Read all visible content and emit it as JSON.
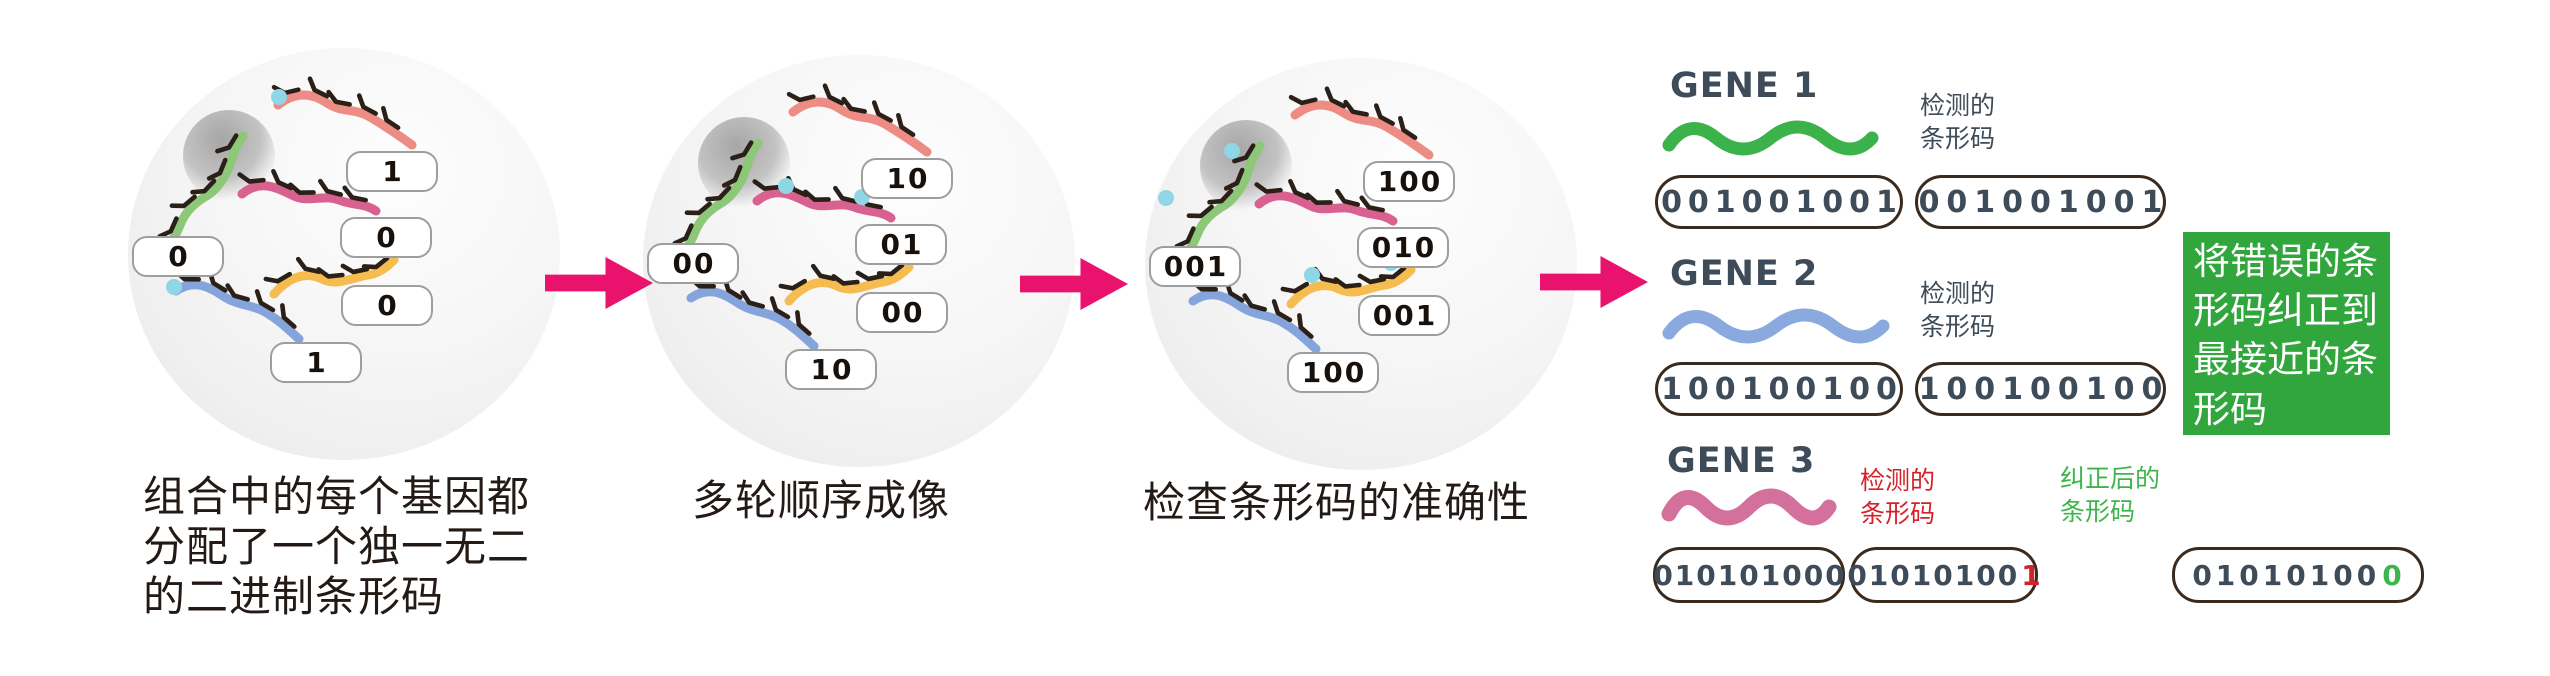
{
  "colors": {
    "arrow": "#e9136d",
    "strand_red": "#ed8c84",
    "strand_pink": "#d8618f",
    "strand_green": "#8dc878",
    "strand_yellow": "#f5bc4f",
    "strand_blue": "#84a4db",
    "tick": "#2b2017",
    "dot": "#8fd6e7",
    "gene1": "#3cb24a",
    "gene2": "#8aa9de",
    "gene3": "#d3719c",
    "navy": "#3e4b58",
    "red_text": "#d3222a",
    "green_text": "#3eb54b",
    "box_green": "#31a63c",
    "caption": "#231a15"
  },
  "panels": [
    {
      "caption_lines": [
        "组合中的每个基因都",
        "分配了一个独一无二",
        "的二进制条形码"
      ],
      "barcodes": {
        "green": "0",
        "red": "1",
        "pink": "0",
        "yellow": "0",
        "blue": "1"
      }
    },
    {
      "caption_lines": [
        "多轮顺序成像"
      ],
      "barcodes": {
        "green": "00",
        "red": "10",
        "pink": "01",
        "yellow": "00",
        "blue": "10"
      }
    },
    {
      "caption_lines": [
        "检查条形码的准确性"
      ],
      "barcodes": {
        "green": "001",
        "red": "100",
        "pink": "010",
        "yellow": "001",
        "blue": "100"
      }
    }
  ],
  "genes": [
    {
      "name": "GENE 1",
      "detected_label_lines": [
        "检测的",
        "条形码"
      ],
      "assigned_barcode": "001001001",
      "detected_barcode": "001001001"
    },
    {
      "name": "GENE 2",
      "detected_label_lines": [
        "检测的",
        "条形码"
      ],
      "assigned_barcode": "100100100",
      "detected_barcode": "100100100"
    },
    {
      "name": "GENE 3",
      "detected_label_lines": [
        "检测的",
        "条形码"
      ],
      "corrected_label_lines": [
        "纠正后的",
        "条形码"
      ],
      "assigned_barcode": "010101000",
      "detected_barcode": {
        "base": "01010100",
        "last": "1"
      },
      "corrected_barcode": {
        "base": "01010100",
        "last": "0"
      }
    }
  ],
  "correction_note_lines": [
    "将错误的条",
    "形码纠正到",
    "最接近的条",
    "形码"
  ]
}
